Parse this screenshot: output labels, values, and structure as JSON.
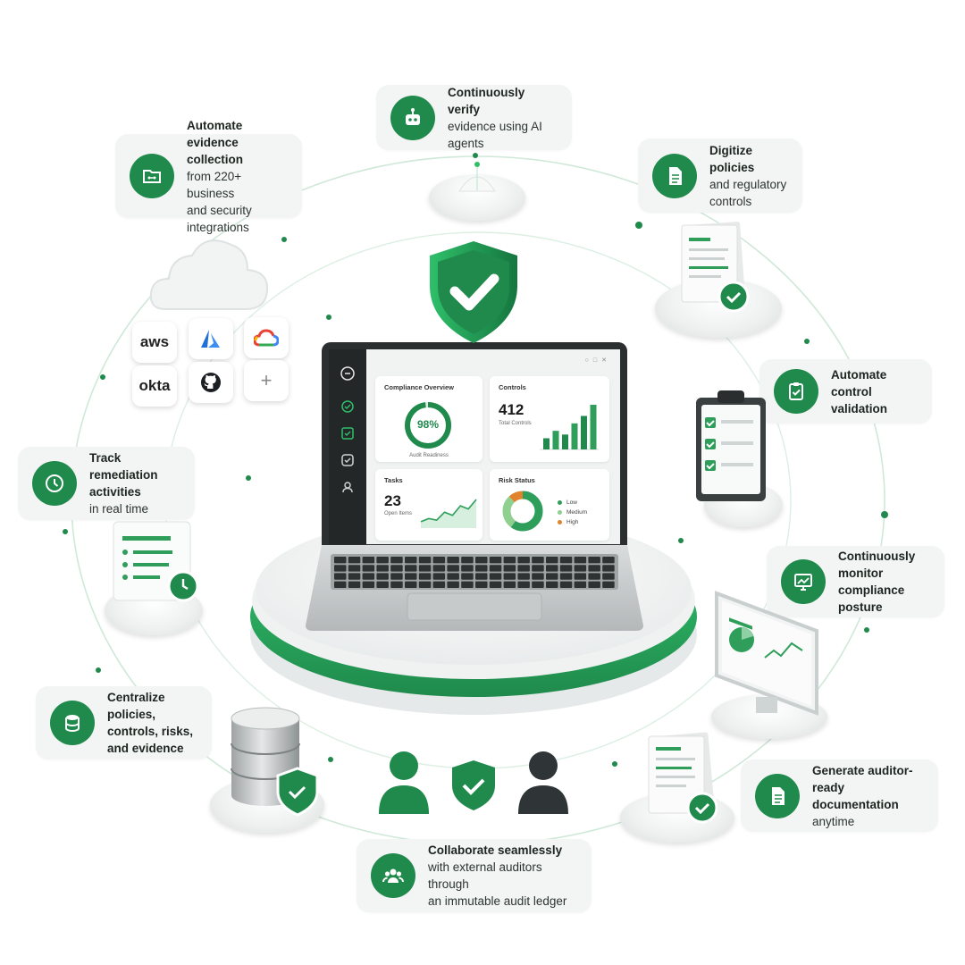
{
  "callouts": {
    "verify": {
      "line1": "Continuously verify",
      "line2": "evidence using AI agents",
      "icon": "robot-icon"
    },
    "evidence": {
      "line1": "Automate evidence",
      "line2": "collection",
      "line3": "from 220+ business",
      "line4": "and security integrations",
      "icon": "folder-plug-icon"
    },
    "digitize": {
      "line1": "Digitize policies",
      "line2": "and regulatory",
      "line3": "controls",
      "icon": "document-icon"
    },
    "validation": {
      "line1": "Automate control",
      "line2": "validation",
      "icon": "clipboard-check-icon"
    },
    "track": {
      "line1": "Track remediation",
      "line2": "activities",
      "line3": "in real time",
      "icon": "clock-icon"
    },
    "monitor": {
      "line1": "Continuously",
      "line2": "monitor compliance",
      "line3": "posture",
      "icon": "monitor-chart-icon"
    },
    "centralize": {
      "line1": "Centralize policies,",
      "line2": "controls, risks,",
      "line3": "and evidence",
      "icon": "database-icon"
    },
    "generate": {
      "line1": "Generate auditor-ready",
      "line2": "documentation",
      "line3": "anytime",
      "icon": "document-icon"
    },
    "collaborate": {
      "line1": "Collaborate seamlessly",
      "line2": "with external auditors through",
      "line3": "an immutable audit ledger",
      "icon": "users-icon"
    }
  },
  "integrations": {
    "aws": "aws",
    "okta": "okta",
    "plus": "+"
  },
  "dashboard": {
    "compliance": {
      "title": "Compliance Overview",
      "percent_label": "98%",
      "percent": 98,
      "caption": "Audit Readiness"
    },
    "controls": {
      "title": "Controls",
      "value": "412",
      "caption": "Total Controls",
      "bars": [
        3,
        5,
        4,
        7,
        9,
        12
      ]
    },
    "tasks": {
      "title": "Tasks",
      "value": "23",
      "caption": "Open Items",
      "trend": [
        2,
        3,
        2.5,
        5,
        4,
        7,
        6,
        9
      ]
    },
    "risk": {
      "title": "Risk Status",
      "segments": [
        {
          "label": "Low",
          "value": 60,
          "color": "#2e9e5a"
        },
        {
          "label": "Medium",
          "value": 28,
          "color": "#8fcf8f"
        },
        {
          "label": "High",
          "value": 12,
          "color": "#e0822e"
        }
      ]
    }
  },
  "colors": {
    "brand_green": "#1f8a4c",
    "accent_green": "#2fbf6a",
    "panel_gray": "#f3f4f4"
  }
}
